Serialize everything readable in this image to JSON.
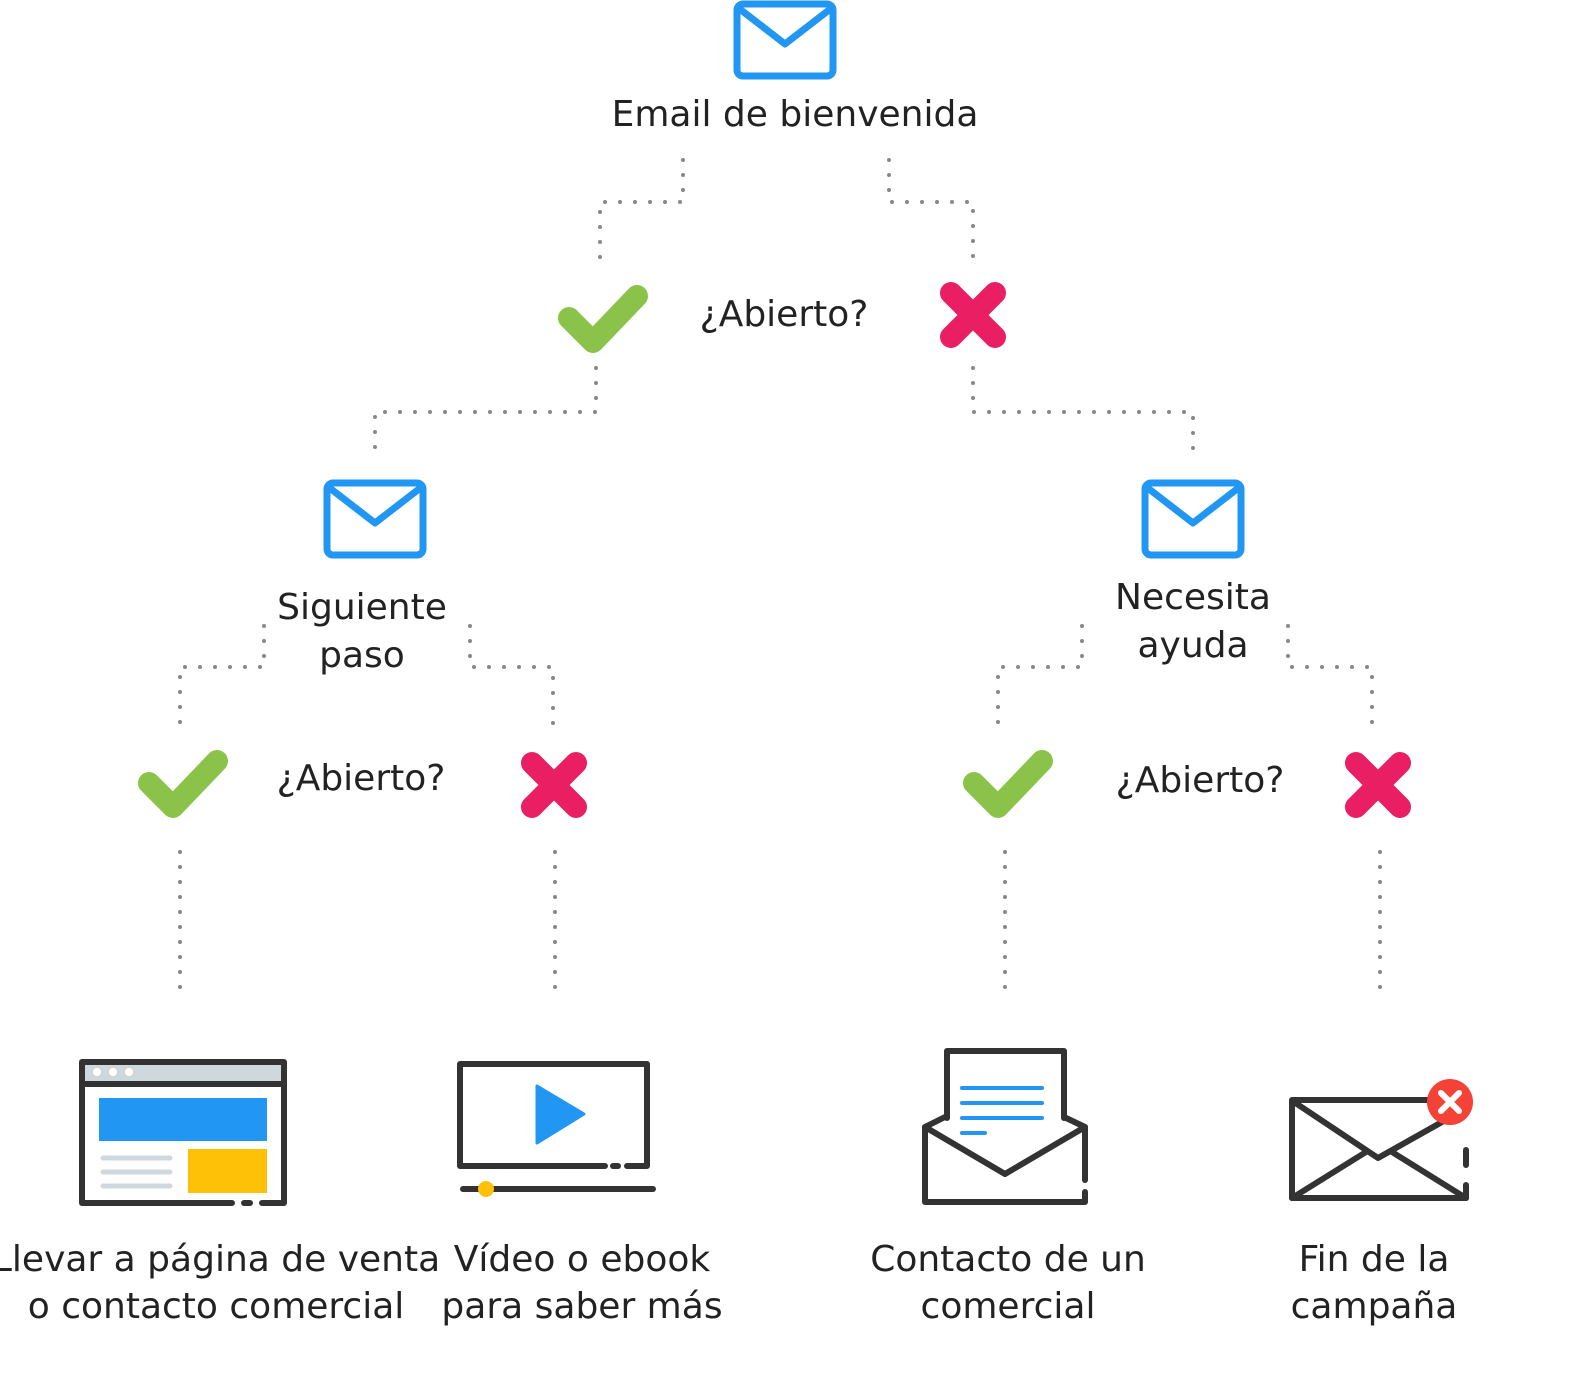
{
  "colors": {
    "email": "#2196F3",
    "yes": "#8BC34A",
    "no": "#E91E63",
    "outline": "#333333",
    "accent_yellow": "#FFC107",
    "error_badge": "#F44336"
  },
  "root": {
    "label": "Email de bienvenida",
    "question": "¿Abierto?"
  },
  "left_branch": {
    "label_line1": "Siguiente",
    "label_line2": "paso",
    "question": "¿Abierto?"
  },
  "right_branch": {
    "label_line1": "Necesita",
    "label_line2": "ayuda",
    "question": "¿Abierto?"
  },
  "outcomes": [
    {
      "line1": "Llevar a página de venta",
      "line2": "o contacto comercial",
      "icon": "webpage-icon"
    },
    {
      "line1": "Vídeo o ebook",
      "line2": "para saber más",
      "icon": "video-player-icon"
    },
    {
      "line1": "Contacto de un",
      "line2": "comercial",
      "icon": "open-envelope-letter-icon"
    },
    {
      "line1": "Fin de la",
      "line2": "campaña",
      "icon": "envelope-cancel-icon"
    }
  ]
}
